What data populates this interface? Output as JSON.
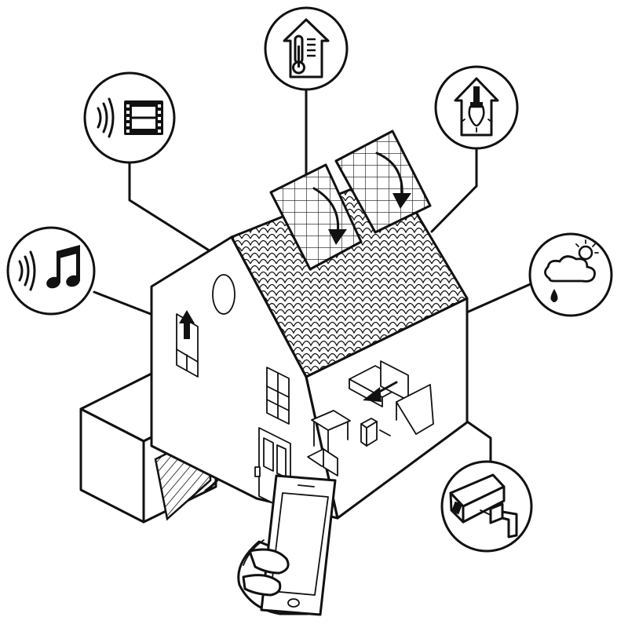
{
  "theme": {
    "ink": "#111111",
    "paper": "#ffffff",
    "roof_tile_fill": "#ffffff"
  },
  "diagram": {
    "hub": "smart-home",
    "controller": "smartphone-in-hand",
    "callouts": [
      {
        "id": "media",
        "icons": [
          "sound-waves-icon",
          "film-strip-icon"
        ]
      },
      {
        "id": "heating",
        "icons": [
          "house-thermometer-icon"
        ]
      },
      {
        "id": "lighting",
        "icons": [
          "house-lightbulb-icon"
        ]
      },
      {
        "id": "music",
        "icons": [
          "sound-waves-icon",
          "music-note-icon"
        ]
      },
      {
        "id": "weather",
        "icons": [
          "cloud-sun-rain-icon"
        ]
      },
      {
        "id": "security",
        "icons": [
          "security-camera-icon"
        ]
      }
    ],
    "motions": [
      "solar-panel-tilt-arrow",
      "solar-panel-tilt-arrow",
      "window-blind-arrow",
      "garage-door-arrow",
      "tv-arrow"
    ]
  }
}
